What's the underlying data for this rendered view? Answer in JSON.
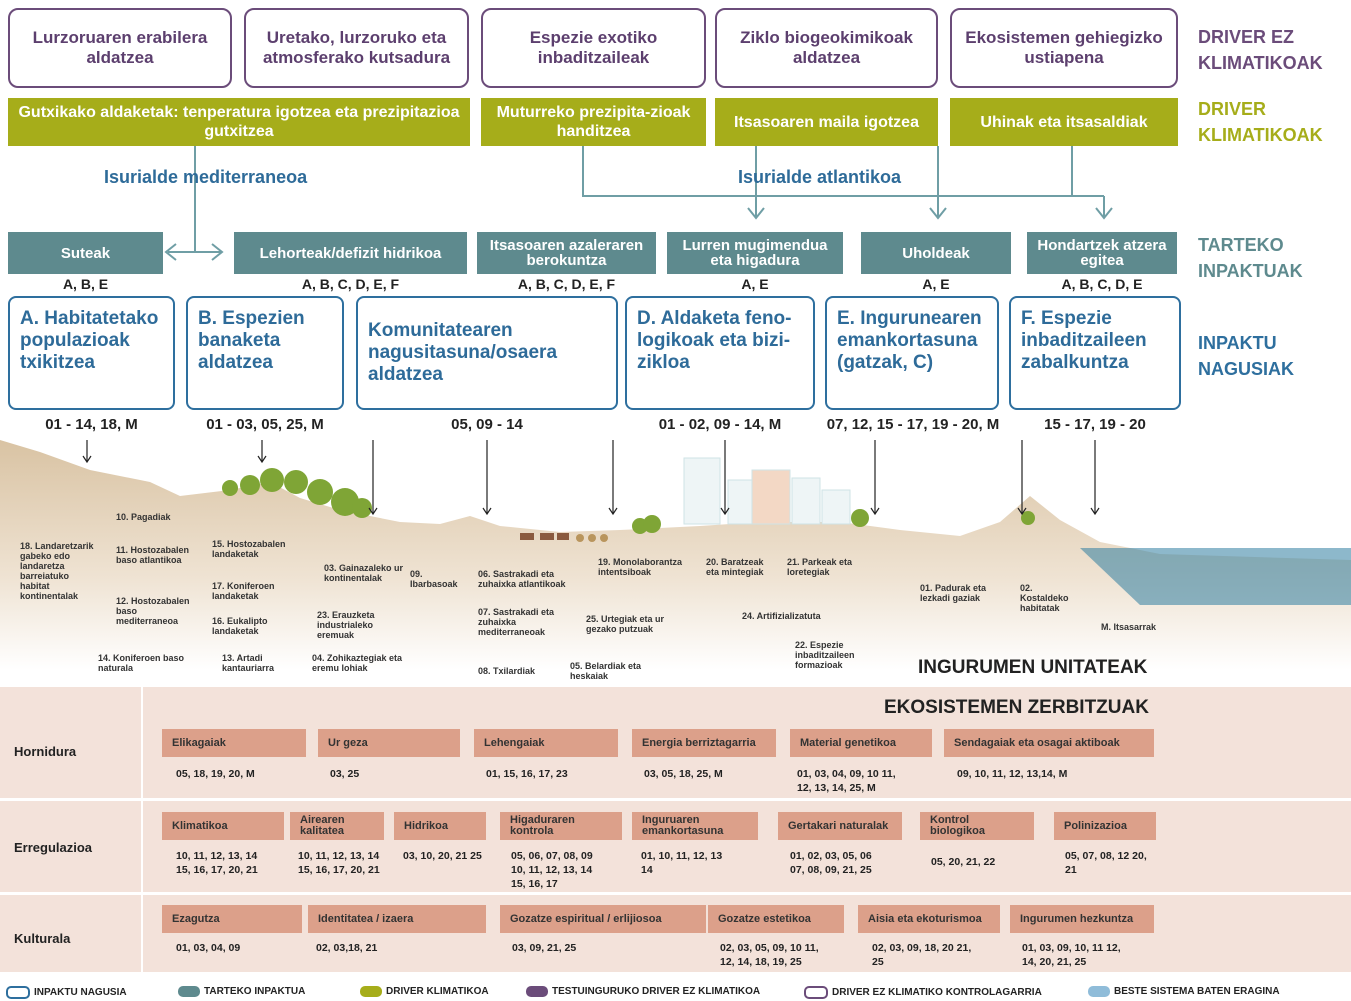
{
  "drivers_ez_klimatikoak": [
    "Lurzoruaren erabilera aldatzea",
    "Uretako, lurzoruko eta atmosferako kutsadura",
    "Espezie exotiko inbaditzaileak",
    "Ziklo biogeokimikoak aldatzea",
    "Ekosistemen gehiegizko ustiapena"
  ],
  "drivers_klimatikoak": [
    "Gutxikako aldaketak: tenperatura igotzea eta prezipitazioa gutxitzea",
    "Muturreko prezipita-zioak handitzea",
    "Itsasoaren maila igotzea",
    "Uhinak eta itsasaldiak"
  ],
  "row_labels": {
    "driver_ez": "DRIVER EZ KLIMATIKOAK",
    "driver_k": "DRIVER KLIMATIKOAK",
    "tarteko": "TARTEKO INPAKTUAK",
    "nagusi": "INPAKTU NAGUSIAK"
  },
  "basins": {
    "med": "Isurialde mediterraneoa",
    "atl": "Isurialde atlantikoa"
  },
  "tarteko": [
    {
      "label": "Suteak",
      "letters": "A, B, E"
    },
    {
      "label": "Lehorteak/defizit hidrikoa",
      "letters": "A, B, C, D, E, F"
    },
    {
      "label": "Itsasoaren azaleraren berokuntza",
      "letters": "A, B, C, D, E, F"
    },
    {
      "label": "Lurren mugimendua eta higadura",
      "letters": "A, E"
    },
    {
      "label": "Uholdeak",
      "letters": "A, E"
    },
    {
      "label": "Hondartzek atzera egitea",
      "letters": "A, B, C, D, E"
    }
  ],
  "nagusiak": [
    {
      "title": "A. Habitatetako populazioak txikitzea",
      "codes": "01 - 14, 18, M"
    },
    {
      "title": "B. Espezien banaketa aldatzea",
      "codes": "01 - 03, 05, 25, M"
    },
    {
      "title": "Komunitatearen nagusitasuna/osaera aldatzea",
      "codes": "05, 09 - 14"
    },
    {
      "title": "D. Aldaketa feno-logikoak eta bizi-zikloa",
      "codes": "01 - 02, 09 - 14, M"
    },
    {
      "title": "E. Ingurunearen emankortasuna (gatzak, C)",
      "codes": "07, 12, 15 - 17, 19 - 20, M"
    },
    {
      "title": "F. Espezie inbaditzaileen zabalkuntza",
      "codes": "15 - 17, 19 - 20"
    }
  ],
  "ecosystems": [
    "18. Landaretzarik gabeko edo landaretza barreiatuko habitat kontinentalak",
    "10. Pagadiak",
    "11. Hostozabalen baso atlantikoa",
    "12. Hostozabalen baso mediterraneoa",
    "14. Koniferoen baso naturala",
    "15. Hostozabalen landaketak",
    "17. Koniferoen landaketak",
    "16. Eukalipto landaketak",
    "13. Artadi kantauriarra",
    "03. Gainazaleko ur kontinentalak",
    "23. Erauzketa industrialeko eremuak",
    "04. Zohikaztegiak eta eremu lohiak",
    "09. Ibarbasoak",
    "06. Sastrakadi eta zuhaixka atlantikoak",
    "07. Sastrakadi eta zuhaixka mediterraneoak",
    "08. Txilardiak",
    "25. Urtegiak eta ur gezako putzuak",
    "05. Belardiak eta heskaiak",
    "19. Monolaborantza intentsiboak",
    "20. Baratzeak eta mintegiak",
    "21. Parkeak eta loretegiak",
    "24. Artifizializatuta",
    "22. Espezie inbaditzaileen formazioak",
    "01. Padurak eta lezkadi gaziak",
    "02. Kostaldeko habitatak",
    "M. Itsasarrak"
  ],
  "ingurumen_title": "INGURUMEN UNITATEAK",
  "services_title": "EKOSISTEMEN ZERBITZUAK",
  "services": {
    "hornidura": {
      "label": "Hornidura",
      "items": [
        {
          "name": "Elikagaiak",
          "codes": "05, 18, 19, 20, M"
        },
        {
          "name": "Ur geza",
          "codes": "03, 25"
        },
        {
          "name": "Lehengaiak",
          "codes": "01, 15, 16, 17, 23"
        },
        {
          "name": "Energia berriztagarria",
          "codes": "03, 05, 18, 25, M"
        },
        {
          "name": "Material genetikoa",
          "codes": "01, 03, 04, 09, 10 11, 12, 13, 14, 25, M"
        },
        {
          "name": "Sendagaiak eta osagai aktiboak",
          "codes": "09, 10, 11, 12, 13,14, M"
        }
      ]
    },
    "erregulazioa": {
      "label": "Erregulazioa",
      "items": [
        {
          "name": "Klimatikoa",
          "codes": "10, 11, 12, 13, 14 15, 16, 17, 20, 21"
        },
        {
          "name": "Airearen kalitatea",
          "codes": "10, 11, 12, 13, 14 15, 16, 17, 20, 21"
        },
        {
          "name": "Hidrikoa",
          "codes": "03, 10, 20, 21 25"
        },
        {
          "name": "Higaduraren kontrola",
          "codes": "05, 06, 07, 08, 09 10, 11, 12, 13, 14 15, 16, 17"
        },
        {
          "name": "Inguruaren emankortasuna",
          "codes": "01, 10, 11, 12, 13 14"
        },
        {
          "name": "Gertakari naturalak",
          "codes": "01, 02, 03, 05, 06 07, 08, 09, 21, 25"
        },
        {
          "name": "Kontrol biologikoa",
          "codes": "05, 20, 21, 22"
        },
        {
          "name": "Polinizazioa",
          "codes": "05, 07, 08, 12 20, 21"
        }
      ]
    },
    "kulturala": {
      "label": "Kulturala",
      "items": [
        {
          "name": "Ezagutza",
          "codes": "01, 03, 04, 09"
        },
        {
          "name": "Identitatea / izaera",
          "codes": "02, 03,18, 21"
        },
        {
          "name": "Gozatze espiritual / erlijiosoa",
          "codes": "03, 09, 21, 25"
        },
        {
          "name": "Gozatze estetikoa",
          "codes": "02, 03, 05, 09, 10 11, 12, 14, 18, 19, 25"
        },
        {
          "name": "Aisia eta ekoturismoa",
          "codes": "02, 03, 09, 18, 20 21, 25"
        },
        {
          "name": "Ingurumen hezkuntza",
          "codes": "01, 03, 09, 10, 11 12, 14, 20, 21, 25"
        }
      ]
    }
  },
  "legend": [
    "INPAKTU NAGUSIA",
    "TARTEKO INPAKTUA",
    "DRIVER KLIMATIKOA",
    "TESTUINGURUKO DRIVER EZ KLIMATIKOA",
    "DRIVER EZ KLIMATIKO KONTROLAGARRIA",
    "BESTE SISTEMA BATEN ERAGINA"
  ],
  "colors": {
    "purple": "#6b4c7a",
    "green": "#a6ad1a",
    "teal": "#5e8a8e",
    "blue": "#2e6f9e",
    "salmon": "#dca08a",
    "band": "#f3e2da",
    "lightblue": "#8fbcd9"
  }
}
